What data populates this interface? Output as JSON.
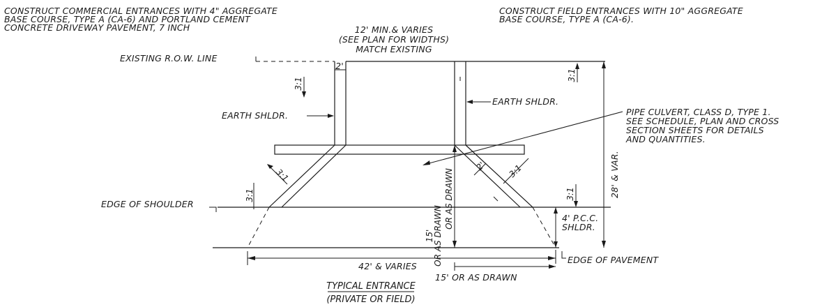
{
  "notes": {
    "commercial": [
      "CONSTRUCT COMMERCIAL ENTRANCES WITH 4\" AGGREGATE",
      "BASE COURSE, TYPE A (CA-6) AND PORTLAND CEMENT",
      "CONCRETE DRIVEWAY PAVEMENT, 7 INCH"
    ],
    "field": [
      "CONSTRUCT FIELD ENTRANCES WITH 10\" AGGREGATE",
      "BASE COURSE, TYPE A (CA-6)."
    ],
    "width": [
      "12' MIN.& VARIES",
      "(SEE PLAN FOR WIDTHS)",
      "MATCH EXISTING"
    ],
    "pipe": [
      "PIPE CULVERT, CLASS D, TYPE 1.",
      "SEE SCHEDULE, PLAN AND CROSS",
      "SECTION SHEETS FOR DETAILS",
      "AND QUANTITIES."
    ]
  },
  "labels": {
    "row_line": "EXISTING R.O.W. LINE",
    "two_ft": "2'",
    "earth_shldr_left": "EARTH SHLDR.",
    "earth_shldr_right": "EARTH SHLDR.",
    "slope_top_left": "3:1",
    "slope_top_right": "3:1",
    "slope_diag_left": "3:1",
    "slope_diag_right": "3:1",
    "slope_shoulder_left": "3:1",
    "slope_shoulder_right": "3:1",
    "two_diag": "2'",
    "or_as_drawn_vertical": "OR AS DRAWN",
    "fifteen_vertical": "15'",
    "or_as_drawn_lower": "OR AS DRAWN",
    "edge_of_shoulder": "EDGE OF SHOULDER",
    "pcc_shldr": [
      "4' P.C.C.",
      "SHLDR."
    ],
    "twenty_eight_var": "28' & VAR.",
    "edge_of_pavement": "EDGE OF PAVEMENT",
    "forty_two": "42' & VARIES",
    "fifteen_drawn": "15' OR AS DRAWN",
    "title": "TYPICAL ENTRANCE",
    "subtitle": "(PRIVATE OR FIELD)"
  }
}
